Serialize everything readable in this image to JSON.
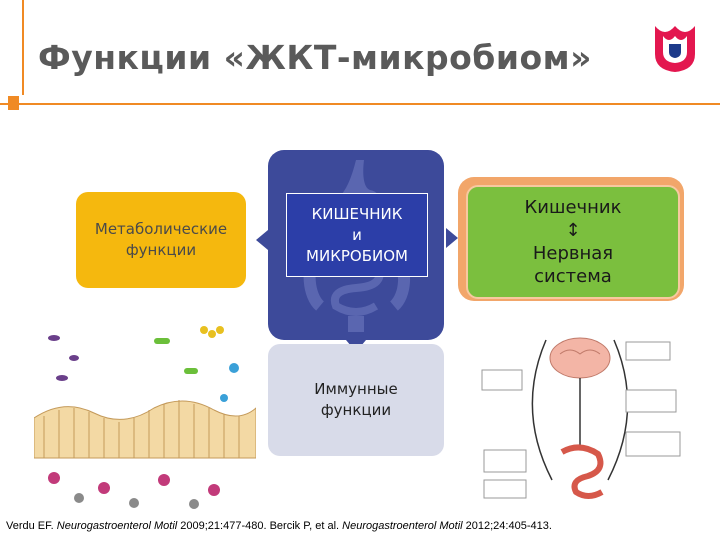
{
  "title": "Функции «ЖКТ-микробиом»",
  "center": {
    "line1": "КИШЕЧНИК",
    "line2": "и",
    "line3": "МИКРОБИОМ"
  },
  "metabolic": {
    "line1": "Метаболические",
    "line2": "функции"
  },
  "nerve": {
    "line1": "Кишечник",
    "line2": "↕",
    "line3": "Нервная",
    "line4": "система"
  },
  "immune": {
    "line1": "Иммунные",
    "line2": "функции"
  },
  "footnote": {
    "a1": "Verdu EF. ",
    "j1": "Neurogastroenterol Motil",
    "a2": " 2009;21:477-480. Bercik P, et al. ",
    "j2": "Neurogastroenterol Motil",
    "a3": " 2012;24:405-413."
  },
  "colors": {
    "accent": "#f08a24",
    "center": "#3d4a9a",
    "metabolic": "#f5b80e",
    "nerve": "#7bbf3e",
    "immune": "#d8dbe9"
  }
}
